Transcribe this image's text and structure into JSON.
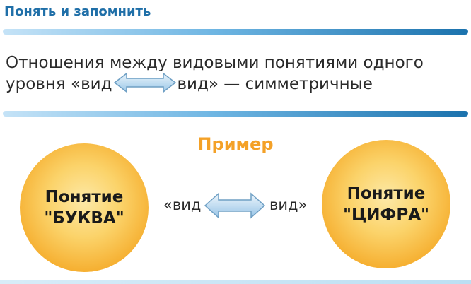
{
  "header": {
    "title": "Понять и запомнить"
  },
  "statement": {
    "line1": "Отношения между видовыми понятиями одного",
    "line2_start": "уровня «вид",
    "line2_end": "вид» — симметричные"
  },
  "example": {
    "title": "Пример",
    "left_circle": {
      "line1": "Понятие",
      "line2": "\"БУКВА\""
    },
    "right_circle": {
      "line1": "Понятие",
      "line2": "\"ЦИФРА\""
    },
    "left_word": "«вид",
    "right_word": "вид»"
  },
  "colors": {
    "header": "#1f6fa8",
    "accent_orange": "#f4a127",
    "arrow_fill": "#bcdcf2",
    "arrow_stroke": "#6e9fc4"
  },
  "icons": {
    "statement_arrow": "double-arrow-icon",
    "example_arrow": "double-arrow-icon"
  }
}
